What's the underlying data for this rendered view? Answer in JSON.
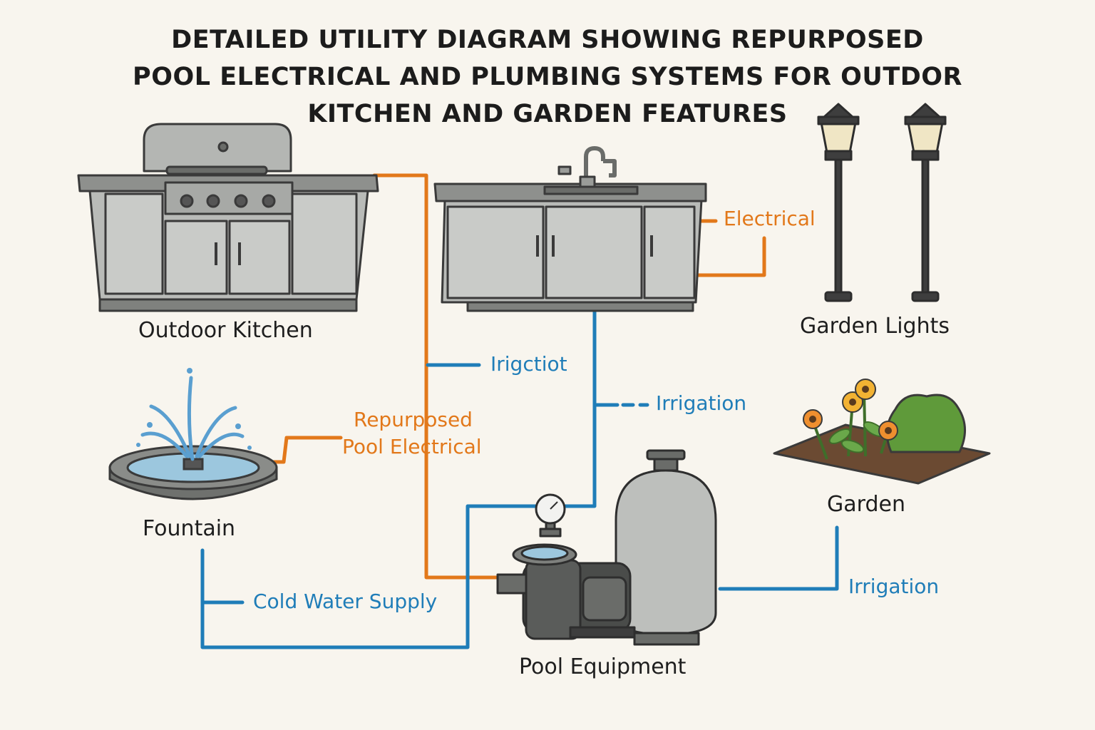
{
  "title": {
    "line1": "DETAILED UTILITY DIAGRAM SHOWING REPURPOSED",
    "line2": "POOL ELECTRICAL AND PLUMBING SYSTEMS FOR OUTDOR",
    "line3": "KITCHEN AND GARDEN FEATURES"
  },
  "components": {
    "outdoor_kitchen": "Outdoor Kitchen",
    "garden_lights": "Garden Lights",
    "fountain": "Fountain",
    "garden": "Garden",
    "pool_equipment": "Pool Equipment"
  },
  "lines": {
    "electrical": "Electrical",
    "irrigation_misprint": "Irigctiot",
    "irrigation_mid": "Irrigation",
    "repurposed_line1": "Repurposed",
    "repurposed_line2": "Pool Electrical",
    "cold_water": "Cold Water Supply",
    "irrigation_right": "Irrigation"
  },
  "colors": {
    "electrical": "#e2781a",
    "water": "#1f7db8",
    "steel": "#b9bbb8",
    "outline": "#3a3a3a"
  }
}
